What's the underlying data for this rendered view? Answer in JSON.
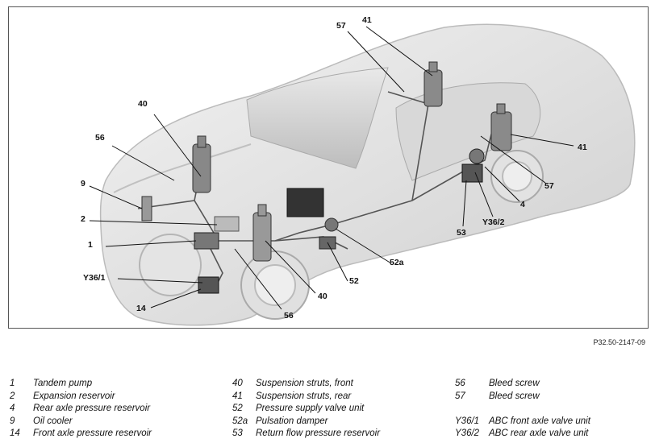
{
  "figure_ref": "P32.50-2147-09",
  "callouts": {
    "c41_top": "41",
    "c57_top": "57",
    "c40_left": "40",
    "c56_left": "56",
    "c9": "9",
    "c2": "2",
    "c1": "1",
    "cY361": "Y36/1",
    "c14": "14",
    "c56_bottom": "56",
    "c40_bottom": "40",
    "c52": "52",
    "c52a": "52a",
    "c53": "53",
    "cY362": "Y36/2",
    "c4": "4",
    "c57_right": "57",
    "c41_right": "41"
  },
  "legend": {
    "col1": [
      {
        "num": "1",
        "text": "Tandem pump"
      },
      {
        "num": "2",
        "text": "Expansion reservoir"
      },
      {
        "num": "4",
        "text": "Rear axle pressure reservoir"
      },
      {
        "num": "9",
        "text": "Oil cooler"
      },
      {
        "num": "14",
        "text": "Front axle pressure reservoir"
      }
    ],
    "col2": [
      {
        "num": "40",
        "text": "Suspension struts, front"
      },
      {
        "num": "41",
        "text": "Suspension struts, rear"
      },
      {
        "num": "52",
        "text": "Pressure supply valve unit"
      },
      {
        "num": "52a",
        "text": "Pulsation damper"
      },
      {
        "num": "53",
        "text": "Return flow pressure reservoir"
      }
    ],
    "col3": [
      {
        "num": "56",
        "text": "Bleed screw"
      },
      {
        "num": "57",
        "text": "Bleed screw"
      },
      {
        "num": "",
        "text": ""
      },
      {
        "num": "Y36/1",
        "text": "ABC front axle valve unit"
      },
      {
        "num": "Y36/2",
        "text": "ABC rear axle valve unit"
      }
    ]
  }
}
